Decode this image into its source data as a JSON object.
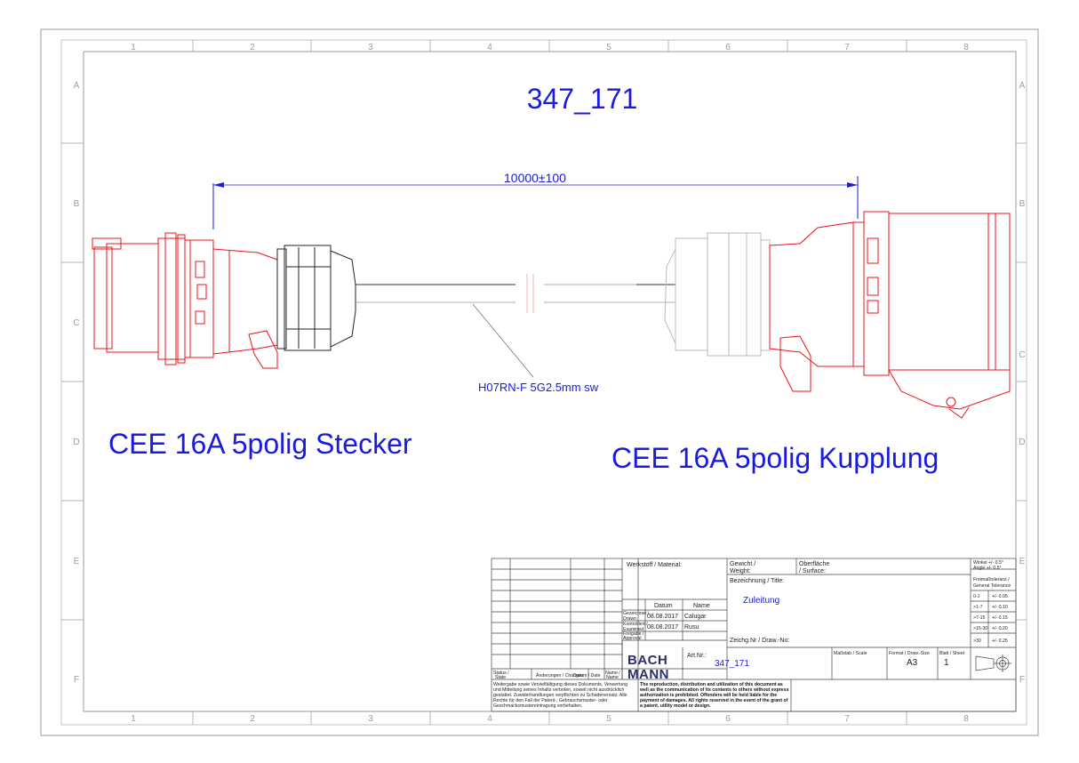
{
  "drawing": {
    "title": "347_171",
    "dimension": "10000±100",
    "cable_label": "H07RN-F 5G2.5mm sw",
    "left_label": "CEE 16A 5polig Stecker",
    "right_label": "CEE 16A 5polig Kupplung",
    "colors": {
      "plug": "#e8141b",
      "annotation": "#1a1ae0",
      "sleeve": "#bbbbbb",
      "frame": "#9a9aa6"
    }
  },
  "frame": {
    "columns": [
      "1",
      "2",
      "3",
      "4",
      "5",
      "6",
      "7",
      "8"
    ],
    "rows": [
      "A",
      "B",
      "C",
      "D",
      "E",
      "F"
    ]
  },
  "title_block": {
    "material_label": "Werkstoff / Material:",
    "weight_label_1": "Gewicht /",
    "weight_label_2": "Weight:",
    "surface_label_1": "Oberfläche",
    "surface_label_2": "/ Surface:",
    "angle_tol_1": "Winkel +/- 0.5°",
    "angle_tol_2": "Angle +/- 0.5°",
    "general_tol_1": "Freimaßtoleranz /",
    "general_tol_2": "General Tolerance",
    "tolerances": [
      {
        "range": "0-1",
        "value": "+/- 0.05"
      },
      {
        "range": ">1-7",
        "value": "+/- 0.10"
      },
      {
        "range": ">7-15",
        "value": "+/- 0.15"
      },
      {
        "range": ">15-30",
        "value": "+/- 0.20"
      },
      {
        "range": ">30",
        "value": "+/- 0.25"
      }
    ],
    "title_label": "Bezeichnung / Title:",
    "title_value": "Zuleitung",
    "date_header": "Datum",
    "name_header": "Name",
    "drawn_label_1": "Gezeichnet /",
    "drawn_label_2": "Drawn",
    "drawn_date": "08.08.2017",
    "drawn_name": "Calugar",
    "checked_label_1": "Kontrolliert /",
    "checked_label_2": "Examined",
    "checked_date": "08.08.2017",
    "checked_name": "Rusu",
    "approval_label_1": "Freigabe /",
    "approval_label_2": "Approval",
    "drawing_no_label": "Zeichg.Nr / Draw.-No:",
    "article_label": "Art.Nr.:",
    "article_value": "347_171",
    "scale_label": "Maßstab / Scale",
    "format_label": "Format / Draw.-Size",
    "format_value": "A3",
    "sheet_label": "Blatt / Sheet",
    "sheet_value": "1",
    "logo_line1": "BACH",
    "logo_line2": "MANN",
    "status_label_1": "Status /",
    "status_label_2": "State",
    "changes_label": "Änderungen / Changes",
    "rev_date_label": "Datum / Date",
    "rev_name_label_1": "Name /",
    "rev_name_label_2": "Name",
    "notice_de": [
      "Weitergabe sowie Vervielfältigung dieses Dokuments, Verwertung",
      "und Mitteilung seines Inhalts verboten, soweit nicht ausdrücklich",
      "gestattet. Zuwiderhandlungen verpflichten zu Schadenersatz. Alle",
      "Rechte für den Fall der Patent-, Gebrauchsmuster- oder",
      "Geschmacksmustereintragung vorbehalten."
    ],
    "notice_en": [
      "The reproduction, distribution and utilization of this document as",
      "well as the communication of its contents to others without express",
      "authorization is prohibited. Offenders will be held liable for the",
      "payment of damages. All rights reserved in the event of the grant of",
      "a patent, utility model or design."
    ]
  }
}
